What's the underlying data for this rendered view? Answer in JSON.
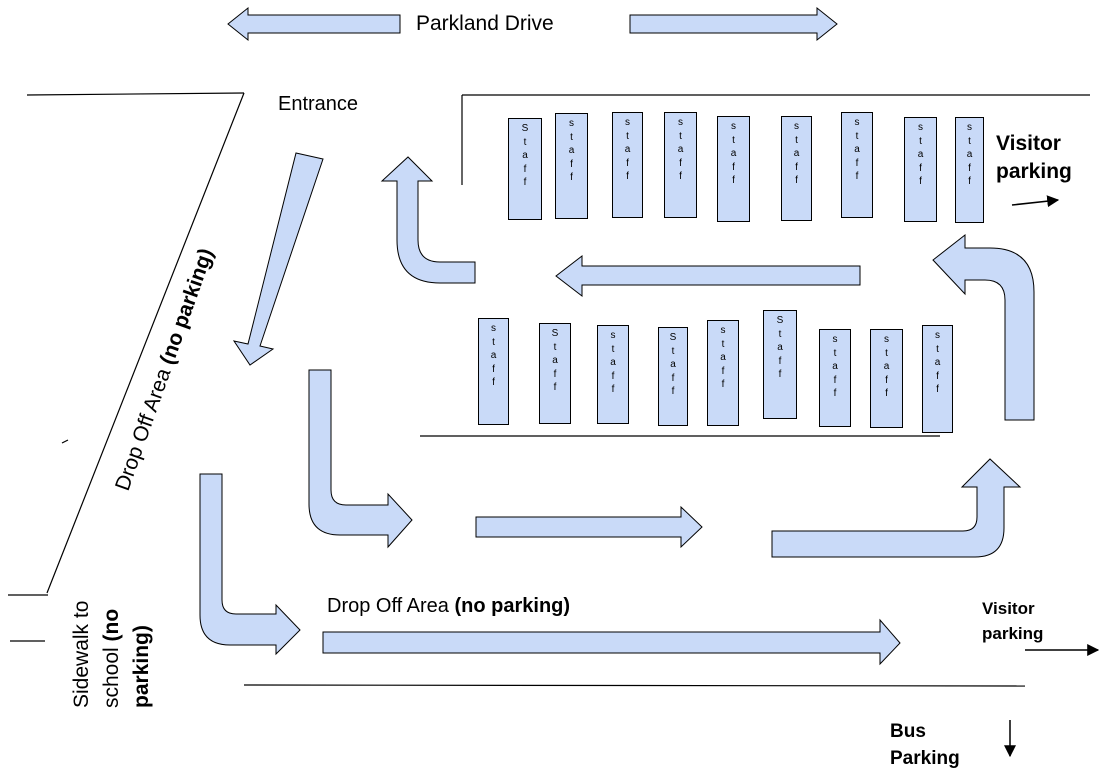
{
  "colors": {
    "arrow_fill": "#c9daf8",
    "stall_fill": "#c9daf8",
    "line": "#000000"
  },
  "road": {
    "label": "Parkland Drive"
  },
  "entrance": {
    "label": "Entrance"
  },
  "drop_off_diagonal": {
    "text": "Drop Off Area ",
    "emphasis": "(no parking)"
  },
  "drop_off_bottom": {
    "text": "Drop Off Area ",
    "emphasis": "(no parking)"
  },
  "sidewalk": {
    "line1": "Sidewalk to",
    "line2_text": "school ",
    "line2_emphasis": "(no",
    "line3": "parking)"
  },
  "visitor_parking_top": {
    "line1": "Visitor",
    "line2": "parking"
  },
  "visitor_parking_bottom": {
    "line1": "Visitor",
    "line2": "parking"
  },
  "bus_parking": {
    "line1": "Bus",
    "line2": "Parking"
  },
  "stalls": {
    "top_row": [
      "S\nt\na\nf\nf",
      "s\nt\na\nf\nf",
      "s\nt\na\nf\nf",
      "s\nt\na\nf\nf",
      "s\nt\na\nf\nf",
      "s\nt\na\nf\nf",
      "s\nt\na\nf\nf",
      "s\nt\na\nf\nf",
      "s\nt\na\nf\nf"
    ],
    "bottom_row": [
      "s\nt\na\nf\nf",
      "S\nt\na\nf\nf",
      "s\nt\na\nf\nf",
      "S\nt\na\nf\nf",
      "s\nt\na\nf\nf",
      "S\nt\na\nf\nf",
      "s\nt\na\nf\nf",
      "s\nt\na\nf\nf",
      "s\nt\na\nf\nf"
    ]
  }
}
